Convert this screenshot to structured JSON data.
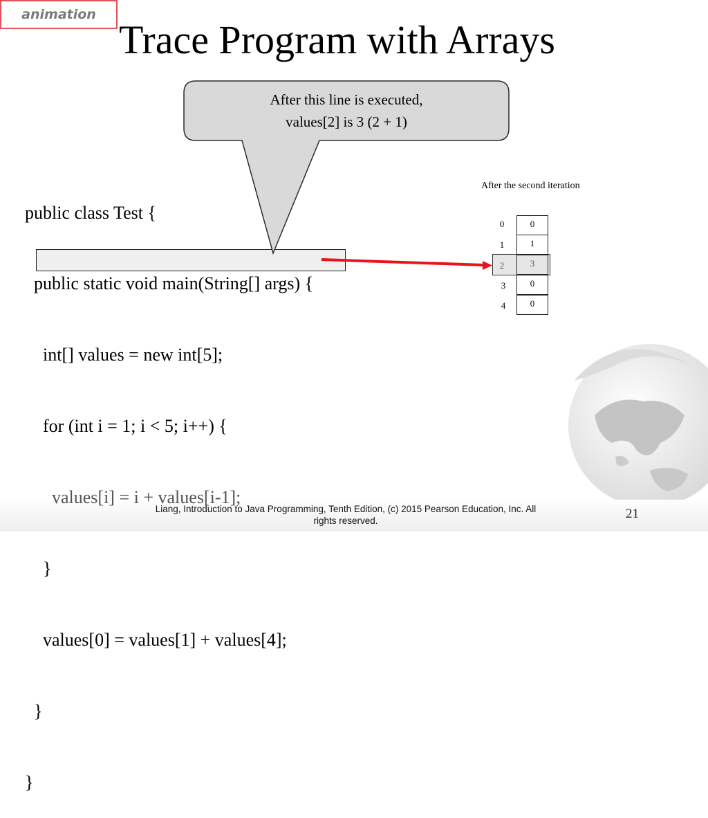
{
  "badge": "animation",
  "title": "Trace Program with Arrays",
  "callout": {
    "line1": "After this line is executed,",
    "line2": "values[2] is 3 (2 + 1)"
  },
  "code_lines": [
    "public class Test {",
    "  public static void main(String[] args) {",
    "    int[] values = new int[5];",
    "    for (int i = 1; i < 5; i++) {",
    "      values[i] = i + values[i-1];",
    "    }",
    "    values[0] = values[1] + values[4];",
    "  }",
    "}"
  ],
  "array": {
    "caption": "After the second iteration",
    "indices": [
      "0",
      "1",
      "2",
      "3",
      "4"
    ],
    "values": [
      "0",
      "1",
      "3",
      "0",
      "0"
    ]
  },
  "colors": {
    "arrow": "#e8141a",
    "badge_border": "#e2525a",
    "callout_fill": "#d9d9d9"
  },
  "footer": {
    "line1": "Liang, Introduction to Java Programming, Tenth Edition, (c) 2015 Pearson Education, Inc. All",
    "line2": "rights reserved."
  },
  "page_number": "21",
  "decor": {
    "icon": "globe-icon"
  }
}
